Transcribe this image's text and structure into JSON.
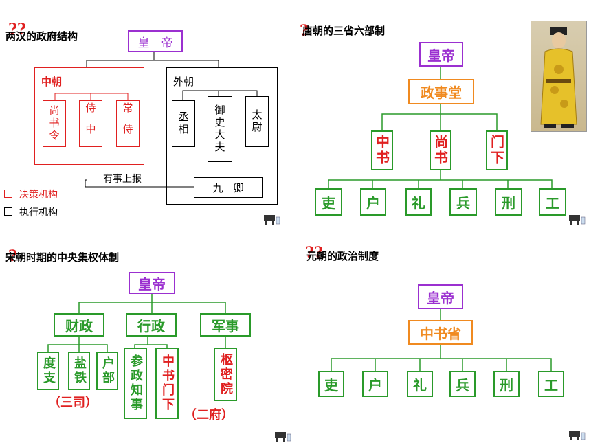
{
  "q1": {
    "title": "两汉的政府结构",
    "emperor": "皇　帝",
    "inner_court": "中朝",
    "inner": [
      "尚书令",
      "侍中",
      "常侍"
    ],
    "outer_court": "外朝",
    "outer": [
      "丞相",
      "御史大夫",
      "太尉"
    ],
    "report": "有事上报",
    "jiuqing": "九　卿",
    "legend": [
      "决策机构",
      "执行机构"
    ]
  },
  "q2": {
    "title": "唐朝的三省六部制",
    "emperor": "皇帝",
    "council": "政事堂",
    "provinces": [
      "中书",
      "尚书",
      "门下"
    ],
    "ministries": [
      "吏",
      "户",
      "礼",
      "兵",
      "刑",
      "工"
    ]
  },
  "q3": {
    "title": "宋朝时期的中央集权体制",
    "emperor": "皇帝",
    "branches": [
      "财政",
      "行政",
      "军事"
    ],
    "finance": [
      "度支",
      "盐铁",
      "户部"
    ],
    "admin": [
      "参政知事",
      "中书门下"
    ],
    "military": [
      "枢密院"
    ],
    "sansi": "（三司）",
    "erfu": "（二府）"
  },
  "q4": {
    "title": "元朝的政治制度",
    "emperor": "皇帝",
    "secretariat": "中书省",
    "ministries": [
      "吏",
      "户",
      "礼",
      "兵",
      "刑",
      "工"
    ]
  },
  "colors": {
    "purple": "#9b30d0",
    "orange": "#f08a20",
    "green": "#2a9a2a",
    "red": "#e02020"
  }
}
